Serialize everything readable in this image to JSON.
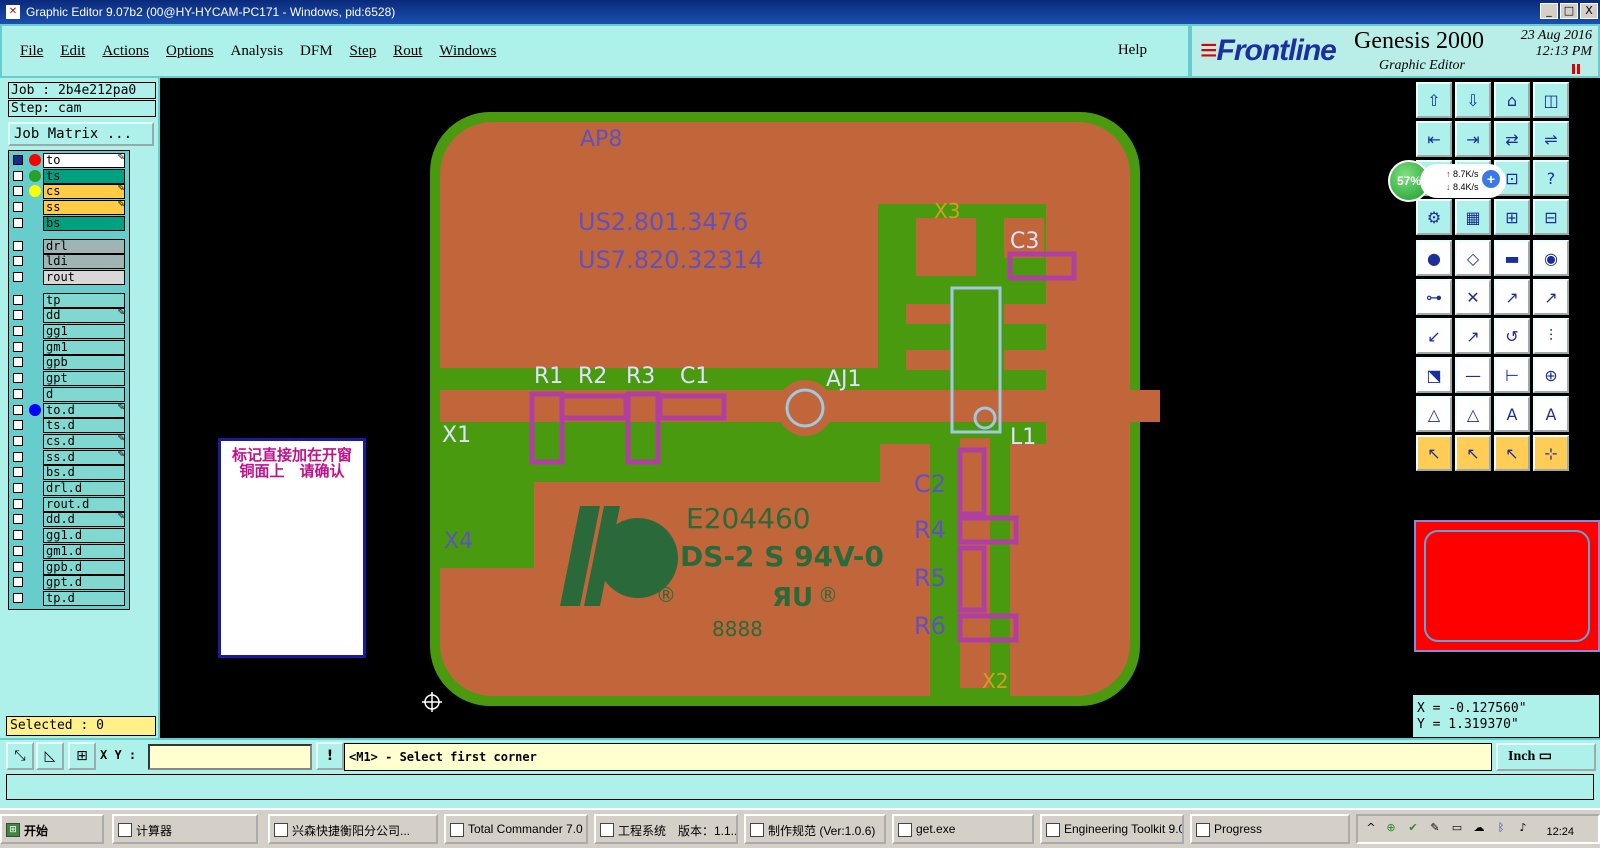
{
  "window": {
    "title": "Graphic Editor 9.07b2 (00@HY-HYCAM-PC171 - Windows, pid:6528)",
    "min": "_",
    "max": "□",
    "close": "X"
  },
  "menu": {
    "items": [
      "File",
      "Edit",
      "Actions",
      "Options",
      "Analysis",
      "DFM",
      "Step",
      "Rout",
      "Windows"
    ],
    "help": "Help"
  },
  "brand": {
    "logo": "Frontline",
    "product": "Genesis 2000",
    "sub": "Graphic Editor",
    "date": "23 Aug 2016",
    "time": "12:13 PM"
  },
  "job": {
    "job": "Job : 2b4e212pa0",
    "step": "Step: cam",
    "matrix_btn": "Job Matrix ..."
  },
  "layers": [
    {
      "name": "to",
      "bg": "#ffffff",
      "dot": "#ff0000",
      "edit": true,
      "sel": true
    },
    {
      "name": "ts",
      "bg": "#00a080",
      "dot": "#2aa02a",
      "edit": false
    },
    {
      "name": "cs",
      "bg": "#ffcc44",
      "dot": "#ffff00",
      "edit": true
    },
    {
      "name": "ss",
      "bg": "#ffcc44",
      "dot": "",
      "edit": true
    },
    {
      "name": "bs",
      "bg": "#00a080",
      "dot": "",
      "edit": false
    },
    {
      "name": "drl",
      "bg": "#a0b4b4",
      "dot": "",
      "edit": false,
      "gap": true
    },
    {
      "name": "ldi",
      "bg": "#a0b4b4",
      "dot": "",
      "edit": false
    },
    {
      "name": "rout",
      "bg": "#d8d8d8",
      "dot": "",
      "edit": false
    },
    {
      "name": "tp",
      "bg": "#80d8d0",
      "dot": "",
      "edit": false,
      "gap": true
    },
    {
      "name": "dd",
      "bg": "#80d8d0",
      "dot": "",
      "edit": true
    },
    {
      "name": "gg1",
      "bg": "#80d8d0",
      "dot": "",
      "edit": false
    },
    {
      "name": "gm1",
      "bg": "#80d8d0",
      "dot": "",
      "edit": false
    },
    {
      "name": "gpb",
      "bg": "#80d8d0",
      "dot": "",
      "edit": false
    },
    {
      "name": "gpt",
      "bg": "#80d8d0",
      "dot": "",
      "edit": false
    },
    {
      "name": "d",
      "bg": "#80d8d0",
      "dot": "",
      "edit": false
    },
    {
      "name": "to.d",
      "bg": "#80d8d0",
      "dot": "#0000ff",
      "edit": true
    },
    {
      "name": "ts.d",
      "bg": "#80d8d0",
      "dot": "",
      "edit": false
    },
    {
      "name": "cs.d",
      "bg": "#80d8d0",
      "dot": "",
      "edit": true
    },
    {
      "name": "ss.d",
      "bg": "#80d8d0",
      "dot": "",
      "edit": true
    },
    {
      "name": "bs.d",
      "bg": "#80d8d0",
      "dot": "",
      "edit": false
    },
    {
      "name": "drl.d",
      "bg": "#80d8d0",
      "dot": "",
      "edit": false
    },
    {
      "name": "rout.d",
      "bg": "#80d8d0",
      "dot": "",
      "edit": false
    },
    {
      "name": "dd.d",
      "bg": "#80d8d0",
      "dot": "",
      "edit": true
    },
    {
      "name": "gg1.d",
      "bg": "#80d8d0",
      "dot": "",
      "edit": false
    },
    {
      "name": "gm1.d",
      "bg": "#80d8d0",
      "dot": "",
      "edit": false
    },
    {
      "name": "gpb.d",
      "bg": "#80d8d0",
      "dot": "",
      "edit": false
    },
    {
      "name": "gpt.d",
      "bg": "#80d8d0",
      "dot": "",
      "edit": false
    },
    {
      "name": "tp.d",
      "bg": "#80d8d0",
      "dot": "",
      "edit": false
    }
  ],
  "edit_mark": "✎",
  "selected": "Selected : 0",
  "note": {
    "line1": "标记直接加在开窗",
    "line2": "铜面上　请确认"
  },
  "pcb": {
    "labels": {
      "ap8": "AP8",
      "us1": "US2.801.3476",
      "us2": "US7.820.32314",
      "r1": "R1",
      "r2": "R2",
      "r3": "R3",
      "c1": "C1",
      "aj1": "AJ1",
      "x1": "X1",
      "x3": "X3",
      "c3": "C3",
      "l1": "L1",
      "c2": "C2",
      "r4": "R4",
      "r5": "R5",
      "r6": "R6",
      "x4": "X4",
      "x2": "X2",
      "e204": "E204460",
      "ds2": "DS-2 S 94V-0",
      "n8888": "8888",
      "reg": "®"
    }
  },
  "speed": {
    "pct": "57%",
    "up": "8.7K/s",
    "down": "8.4K/s",
    "up_arrow": "↑",
    "down_arrow": "↓",
    "plus": "+"
  },
  "coords": {
    "x": "X = -0.127560\"",
    "y": "Y = 1.319370\""
  },
  "bottom": {
    "xy_label": "X Y :",
    "xy_value": "",
    "bang": "!",
    "message": "<M1> - Select first corner",
    "unit": "Inch ▭"
  },
  "taskbar": {
    "start": "开始",
    "tasks": [
      "计算器",
      "兴森快捷衡阳分公司...",
      "Total Commander 7.0 ...",
      "工程系统　版本：1.1...",
      "制作规范 (Ver:1.0.6)",
      "get.exe",
      "Engineering Toolkit 9.0...",
      "Progress"
    ],
    "clock": "12:24"
  },
  "colors": {
    "copper": "#c0663a",
    "green": "#4a9a10",
    "pad": "#b040a0",
    "silk": "#6050c0"
  }
}
